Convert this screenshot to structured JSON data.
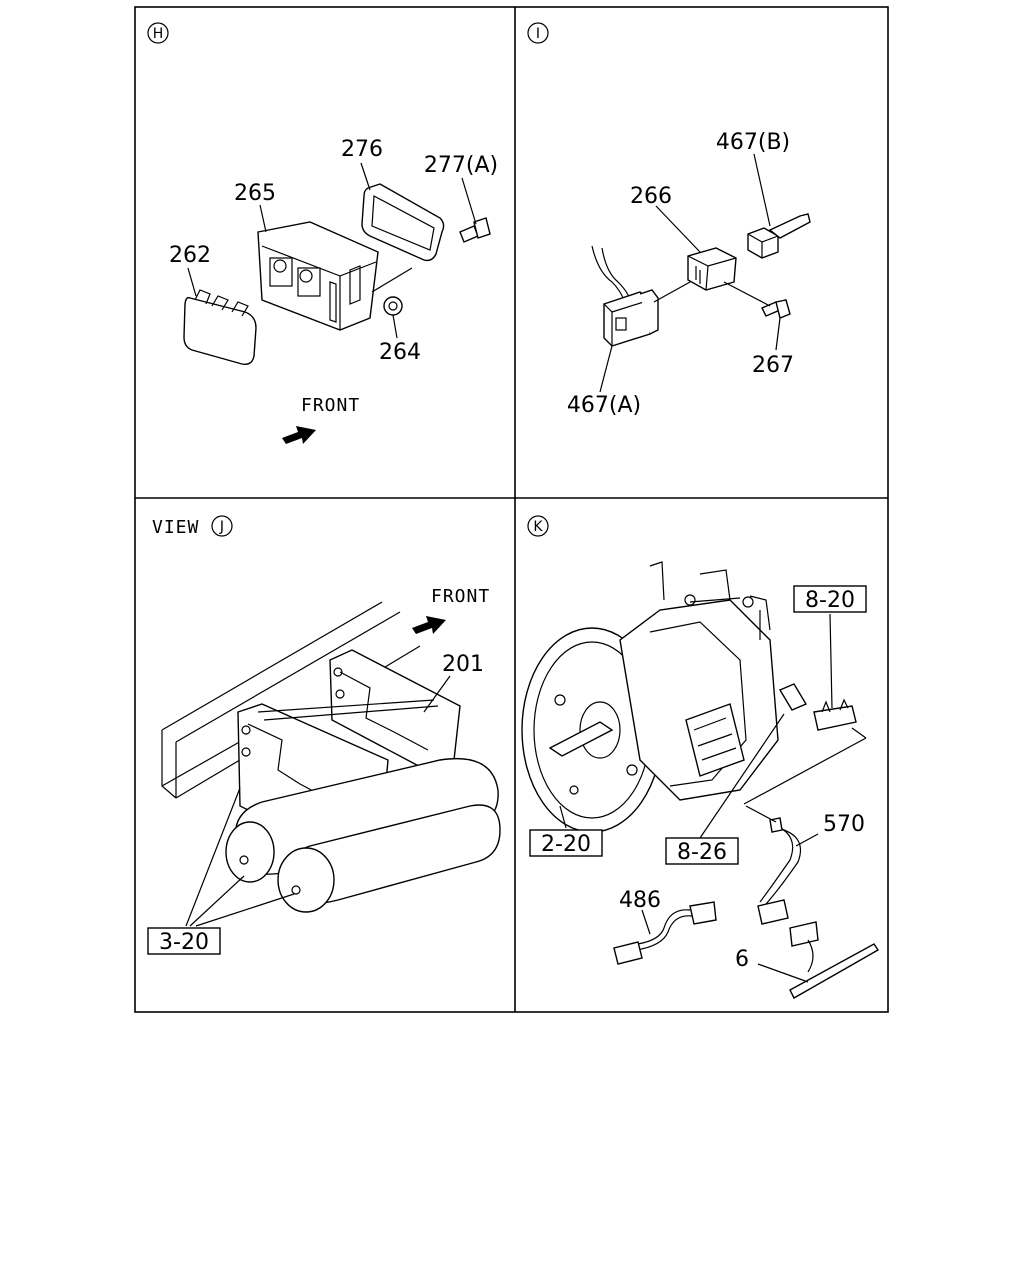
{
  "panels": [
    {
      "key": "H",
      "marker": "H",
      "front_label": "FRONT",
      "callouts": [
        "276",
        "277(A)",
        "265",
        "262",
        "264"
      ]
    },
    {
      "key": "I",
      "marker": "I",
      "callouts": [
        "467(B)",
        "266",
        "267",
        "467(A)"
      ]
    },
    {
      "key": "J",
      "view_label": "VIEW",
      "marker": "J",
      "front_label": "FRONT",
      "callouts": [
        "201"
      ],
      "boxed_refs": [
        "3-20"
      ]
    },
    {
      "key": "K",
      "marker": "K",
      "callouts": [
        "570",
        "486",
        "6"
      ],
      "boxed_refs": [
        "8-20",
        "2-20",
        "8-26"
      ]
    }
  ]
}
